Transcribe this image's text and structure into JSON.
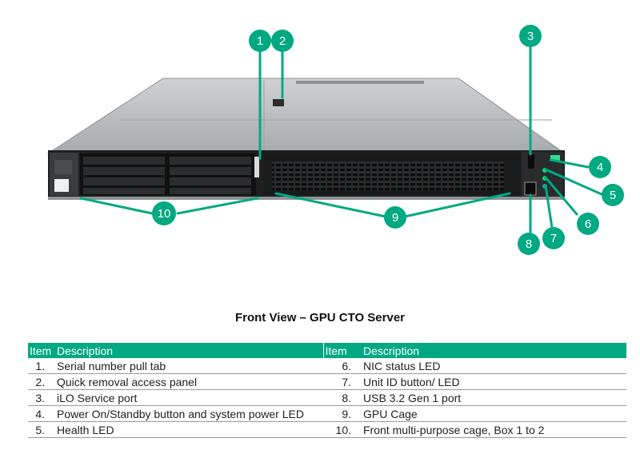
{
  "figure": {
    "title": "Front View – GPU CTO Server"
  },
  "callouts": [
    {
      "label": "1"
    },
    {
      "label": "2"
    },
    {
      "label": "3"
    },
    {
      "label": "4"
    },
    {
      "label": "5"
    },
    {
      "label": "6"
    },
    {
      "label": "7"
    },
    {
      "label": "8"
    },
    {
      "label": "9"
    },
    {
      "label": "10"
    }
  ],
  "legend": {
    "headers": [
      "Item",
      "Description",
      "Item",
      "Description"
    ],
    "rows": [
      {
        "left_item": "1.",
        "left_desc": "Serial number pull tab",
        "right_item": "6.",
        "right_desc": "NIC status LED"
      },
      {
        "left_item": "2.",
        "left_desc": "Quick removal access panel",
        "right_item": "7.",
        "right_desc": "Unit ID button/ LED"
      },
      {
        "left_item": "3.",
        "left_desc": "iLO Service port",
        "right_item": "8.",
        "right_desc": "USB 3.2 Gen 1 port"
      },
      {
        "left_item": "4.",
        "left_desc": "Power On/Standby button and system power LED",
        "right_item": "9.",
        "right_desc": "GPU Cage"
      },
      {
        "left_item": "5.",
        "left_desc": "Health LED",
        "right_item": "10.",
        "right_desc": "Front multi-purpose cage, Box 1 to 2"
      }
    ]
  },
  "colors": {
    "accent": "#01a982",
    "chassis": "#bfc2c4",
    "front_panel": "#1e1f20"
  }
}
